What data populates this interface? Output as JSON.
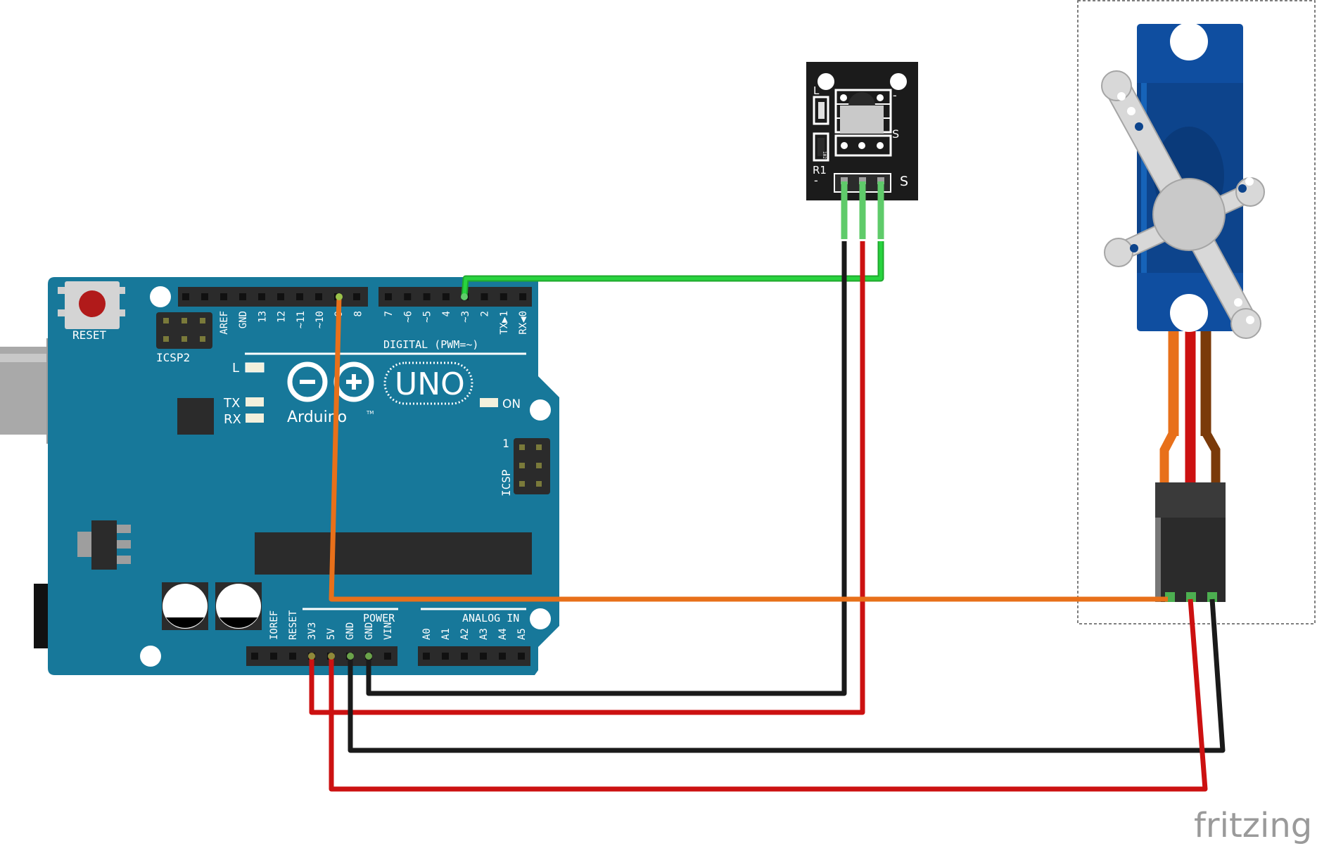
{
  "arduino": {
    "reset": "RESET",
    "icsp2": "ICSP2",
    "icsp": "ICSP",
    "icsp_pin1": "1",
    "digital": "DIGITAL (PWM=~)",
    "power": "POWER",
    "analog_in": "ANALOG IN",
    "led_l": "L",
    "led_tx": "TX",
    "led_rx": "RX",
    "led_on": "ON",
    "brand": "Arduino",
    "tm": "TM",
    "model": "UNO",
    "top_pins_left": [
      "AREF",
      "GND",
      "13",
      "12",
      "~11",
      "~10",
      "~9",
      "8"
    ],
    "top_pins_right": [
      "7",
      "~6",
      "~5",
      "4",
      "~3",
      "2",
      "TX▶1",
      "RX◀0"
    ],
    "power_pins": [
      "IOREF",
      "RESET",
      "3V3",
      "5V",
      "GND",
      "GND",
      "VIN"
    ],
    "analog_pins": [
      "A0",
      "A1",
      "A2",
      "A3",
      "A4",
      "A5"
    ]
  },
  "ir_receiver": {
    "label_l": "L",
    "label_r1": "R1",
    "label_s": "S",
    "label_minus": "-",
    "resistor": "102"
  },
  "watermark": "fritzing",
  "colors": {
    "board": "#17789a",
    "wire_signal_ir": "#1fc33a",
    "wire_signal_servo": "#e8701a",
    "wire_power": "#cc1111",
    "wire_ground": "#1a1a1a",
    "servo_body": "#0f4ea0"
  }
}
